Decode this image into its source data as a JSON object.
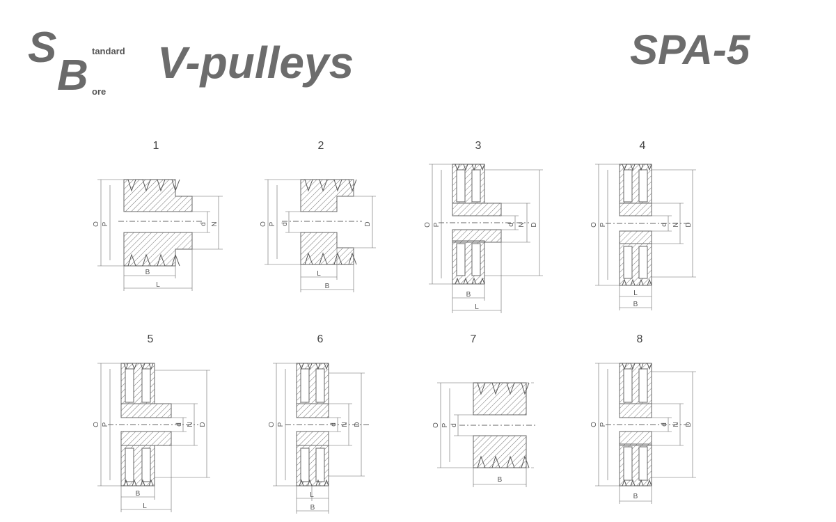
{
  "logo": {
    "letter_s": "S",
    "word_s": "tandard",
    "letter_b": "B",
    "word_b": "ore"
  },
  "title": "V-pulleys",
  "code": "SPA-5",
  "figures": [
    {
      "num": "1"
    },
    {
      "num": "2"
    },
    {
      "num": "3"
    },
    {
      "num": "4"
    },
    {
      "num": "5"
    },
    {
      "num": "6"
    },
    {
      "num": "7"
    },
    {
      "num": "8"
    }
  ],
  "labels": {
    "O": "O",
    "P": "P",
    "d": "d",
    "N": "N",
    "D": "D",
    "B": "B",
    "L": "L"
  },
  "colors": {
    "ink": "#555555",
    "logo": "#6a6a6a"
  }
}
